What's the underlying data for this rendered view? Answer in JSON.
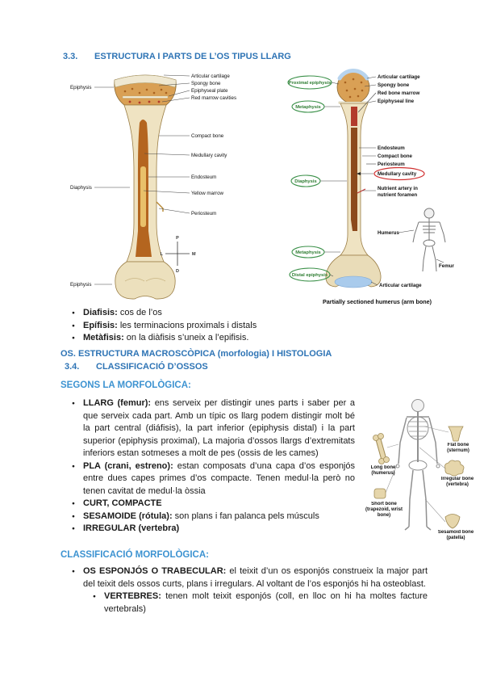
{
  "colors": {
    "heading_blue": "#2E74B5",
    "subheading_blue": "#3D93D1",
    "figure_green": "#2E7D32",
    "figure_red": "#D03020",
    "bone_tan": "#EFE3C2",
    "spongy_orange": "#D9A055"
  },
  "headings": {
    "s33_num": "3.3.",
    "s33_title": "ESTRUCTURA I PARTS DE L’OS TIPUS LLARG",
    "macro": "OS. ESTRUCTURA MACROSCÒPICA (morfologia) I HISTOLOGIA",
    "s34_num": "3.4.",
    "s34_title": "CLASSIFICACIÓ D’OSSOS",
    "morfologica": "SEGONS LA MORFOLÒGICA:",
    "class_morf": "CLASSIFICACIÓ MORFOLÒGICA:"
  },
  "fig1": {
    "left_labels": [
      "Epiphysis",
      "Diaphysis",
      "Epiphysis"
    ],
    "right_labels": [
      "Articular cartilage",
      "Spongy bone",
      "Epiphyseal plate",
      "Red marrow cavities",
      "Compact bone",
      "Medullary cavity",
      "Endosteum",
      "Yellow marrow",
      "Periosteum"
    ],
    "compass": {
      "p": "P",
      "l": "L",
      "m": "M",
      "d": "D"
    }
  },
  "fig2": {
    "region_labels": [
      "Proximal epiphysis",
      "Metaphysis",
      "Diaphysis",
      "Metaphysis",
      "Distal epiphysis"
    ],
    "right_labels": [
      "Articular cartilage",
      "Spongy bone",
      "Red bone marrow",
      "Epiphyseal line",
      "Endosteum",
      "Compact bone",
      "Periosteum",
      "Medullary cavity",
      "Nutrient artery in",
      "nutrient foramen"
    ],
    "bottom_label": "Articular cartilage",
    "skeleton_labels": [
      "Humerus",
      "Femur"
    ],
    "caption": "Partially sectioned humerus (arm bone)"
  },
  "definitions": {
    "items": [
      {
        "term": "Diafisis:",
        "rest": " cos de l’os"
      },
      {
        "term": "Epífisis:",
        "rest": " les terminacions proximals i distals"
      },
      {
        "term": "Metàfisis:",
        "rest": " on la diàfisis s’uneix a l’epifisis."
      }
    ]
  },
  "morphology": {
    "items": [
      {
        "lead": "LLARG (femur):",
        "rest": " ens serveix per distingir unes parts i saber per a que serveix cada part. Amb un típic os llarg podem distingir molt bé la part central (diáfisis), la part inferior (epiphysis distal) i la part superior (epiphysis proximal), La majoria d’ossos llargs d’extremitats inferiors estan sotmeses a molt de pes (ossis de les cames)"
      },
      {
        "lead": "PLA (crani, estreno):",
        "rest": " estan composats d’una capa d’os esponjós entre dues capes primes d’os compacte. Tenen medul·la però no tenen cavitat de medul·la òssia"
      },
      {
        "lead": "CURT, COMPACTE",
        "rest": ""
      },
      {
        "lead": "SESAMOIDE (rótula):",
        "rest": " son plans i fan palanca pels músculs"
      },
      {
        "lead": "IRREGULAR (vertebra)",
        "rest": ""
      }
    ]
  },
  "skelfig": {
    "labels": [
      "Long bone (humerus)",
      "Flat bone (sternum)",
      "Irregular bone (vertebra)",
      "Short bone (trapezoid, wrist bone)",
      "Sesamoid bone (patella)"
    ]
  },
  "trabecular": {
    "lead": "OS ESPONJÓS O TRABECULAR:",
    "rest": " el teixit d’un os esponjós construeix la major part del teixit dels ossos curts, plans i irregulars. Al voltant de l’os esponjós hi ha osteoblast.",
    "sub_lead": "VERTEBRES:",
    "sub_rest": " tenen molt teixit esponjós (coll, en lloc on hi ha moltes facture vertebrals)"
  }
}
